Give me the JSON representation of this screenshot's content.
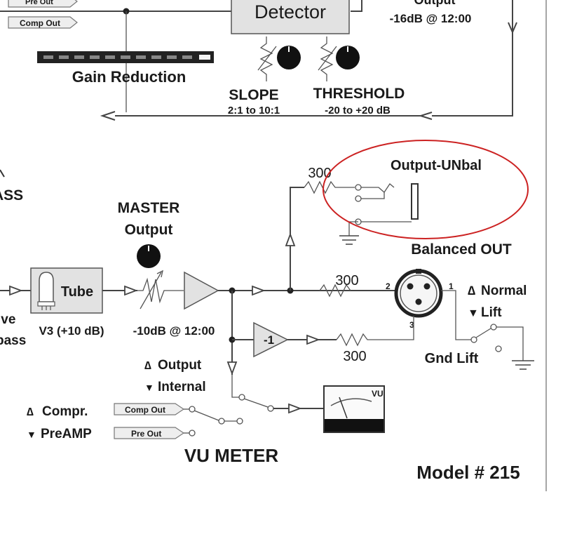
{
  "top": {
    "pre_out_tag": "Pre Out",
    "comp_out_tag": "Comp Out",
    "detector": "Detector",
    "output_fragment": "Output",
    "output_setting": "-16dB @ 12:00",
    "gain_reduction": "Gain Reduction",
    "slope_label": "SLOPE",
    "slope_range": "2:1 to 10:1",
    "threshold_label": "THRESHOLD",
    "threshold_range": "-20 to +20 dB"
  },
  "left_fragments": {
    "ass": "ASS",
    "ive": "ive",
    "pass": "pass"
  },
  "master": {
    "title_line1": "MASTER",
    "title_line2": "Output",
    "setting": "-10dB @ 12:00"
  },
  "tube": {
    "label": "Tube",
    "caption": "V3 (+10 dB)"
  },
  "output_unbal": {
    "label": "Output-UNbal",
    "resistor": "300",
    "highlight_color": "#cc2222"
  },
  "balanced": {
    "label": "Balanced OUT",
    "resistor_top": "300",
    "resistor_bottom": "300",
    "inverter": "-1",
    "pin2": "2",
    "pin1": "1",
    "pin3": "3",
    "normal": "Normal",
    "lift": "Lift",
    "gnd_lift": "Gnd Lift"
  },
  "vu_section": {
    "output_opt": "Output",
    "internal_opt": "Internal",
    "compr_opt": "Compr.",
    "preamp_opt": "PreAMP",
    "comp_out_tag": "Comp Out",
    "pre_out_tag": "Pre Out",
    "title": "VU METER",
    "meter_label": "VU"
  },
  "model": "Model # 215"
}
